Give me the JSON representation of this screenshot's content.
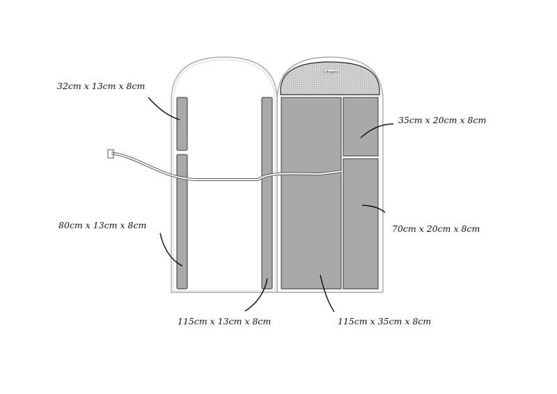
{
  "labels": {
    "small_side": "32cm x 13cm x 8cm",
    "long_side": "80cm x 13cm x 8cm",
    "full_side": "115cm x 13cm x 8cm",
    "small_right": "35cm x 20cm x 8cm",
    "mid_right": "70cm x 20cm x 8cm",
    "main_panel": "115cm x 35cm x 8cm"
  },
  "logo_text": "Ultrapple",
  "colors": {
    "panel": "#a9a9a9",
    "mesh": "#cfcfcf",
    "outline": "#333333"
  }
}
